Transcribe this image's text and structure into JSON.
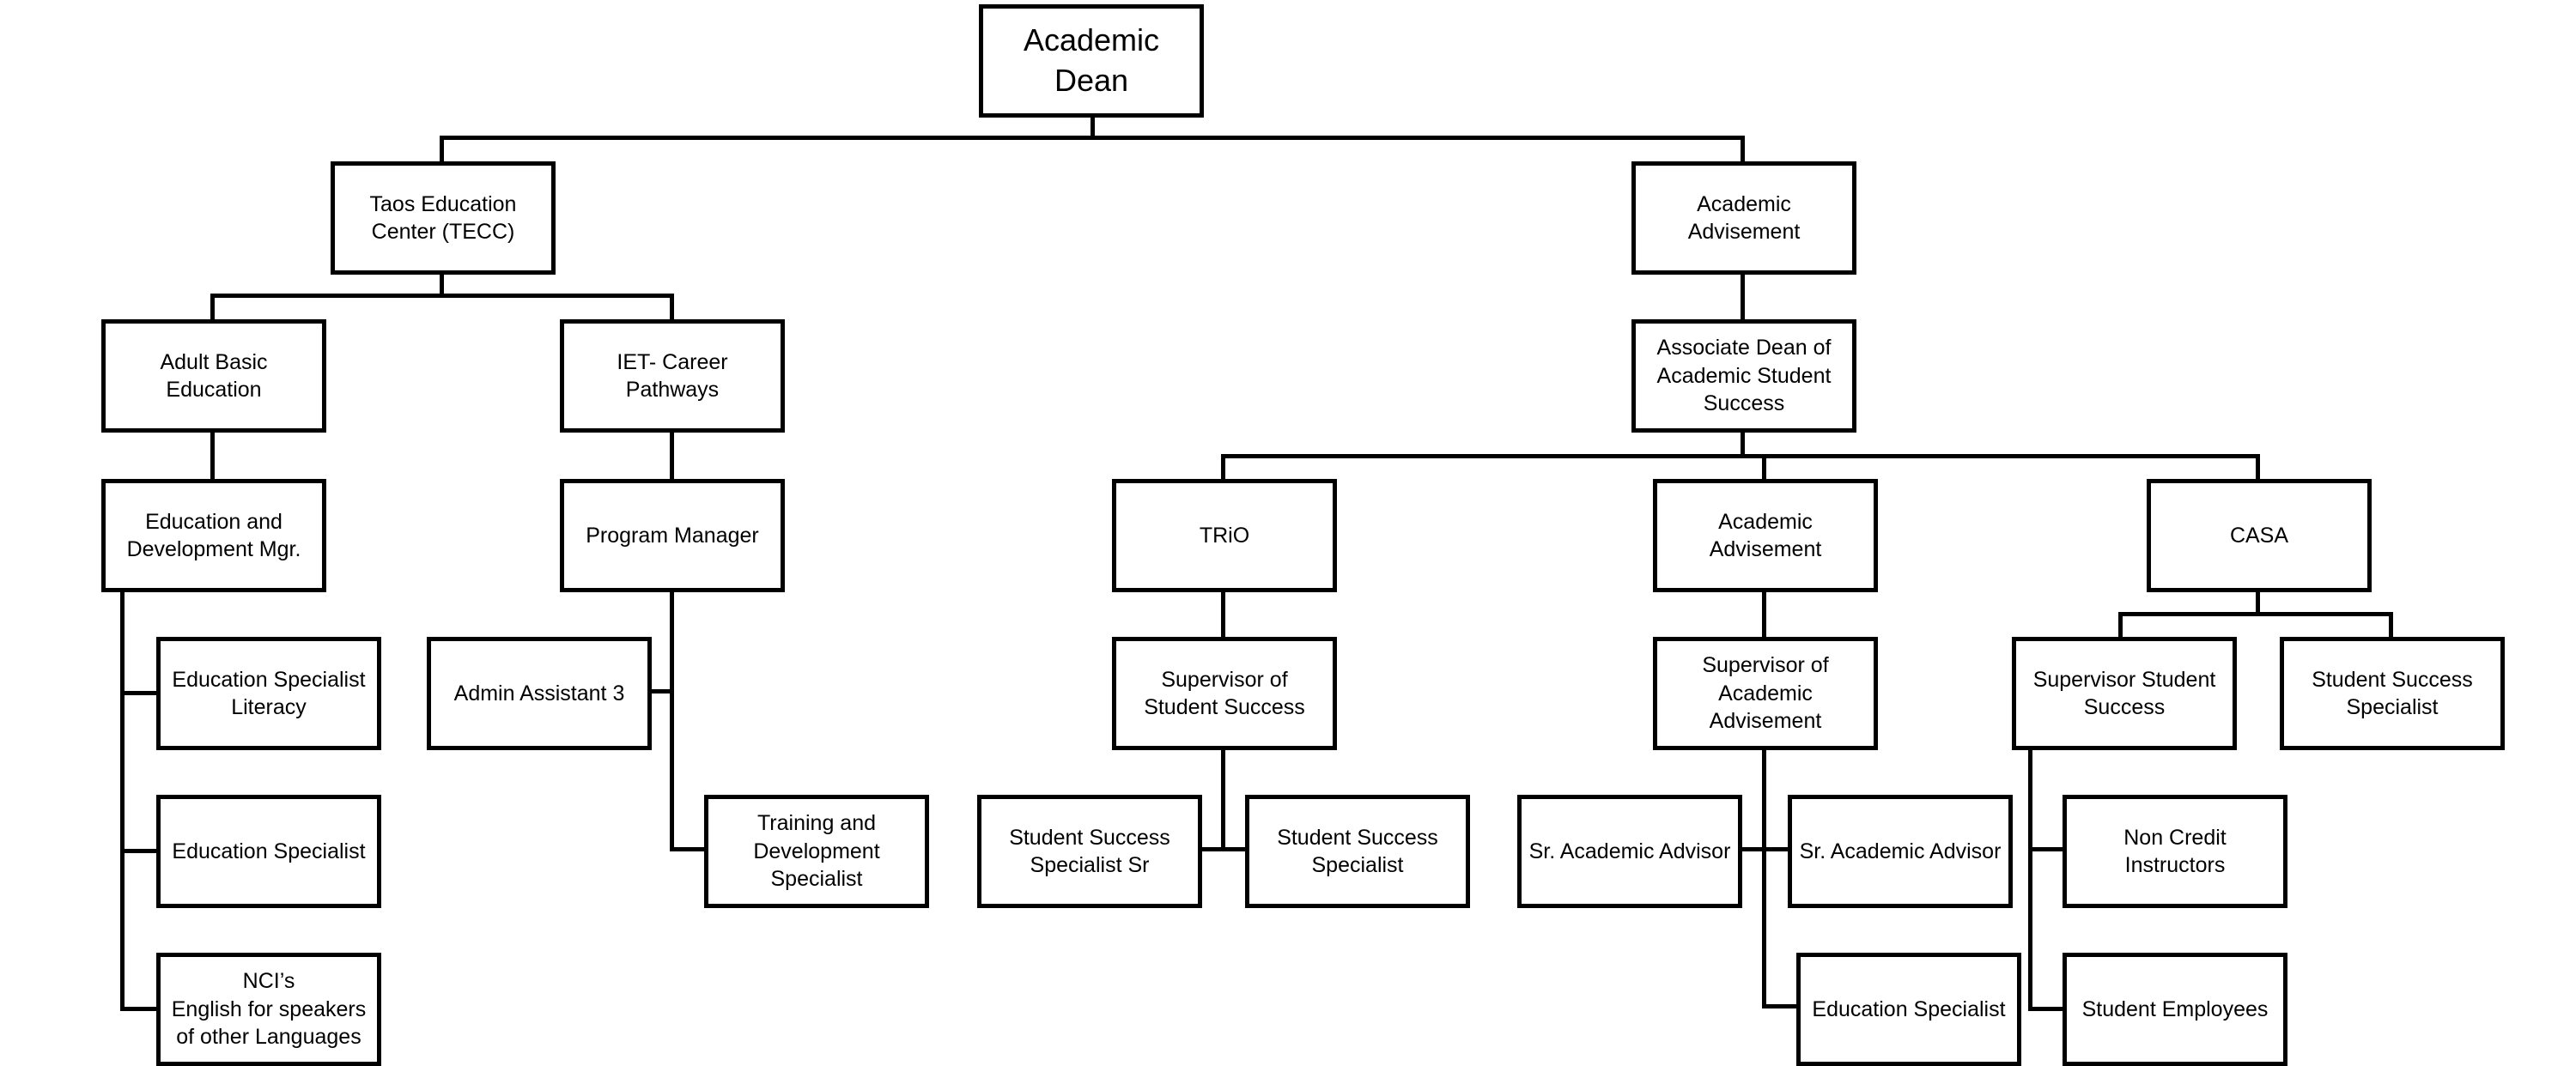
{
  "org_chart": {
    "nodes": {
      "dean": "Academic Dean",
      "tecc": "Taos Education\nCenter (TECC)",
      "adv_top": "Academic\nAdvisement",
      "abe": "Adult Basic\nEducation",
      "iet": "IET- Career Pathways",
      "assoc": "Associate Dean of\nAcademic Student\nSuccess",
      "edmgr": "Education and\nDevelopment Mgr.",
      "pm": "Program Manager",
      "trio": "TRiO",
      "adv_mid": "Academic\nAdvisement",
      "casa": "CASA",
      "eslit": "Education Specialist\nLiteracy",
      "admin": "Admin Assistant 3",
      "supss": "Supervisor of\nStudent Success",
      "supaa": "Supervisor of\nAcademic\nAdvisement",
      "supstu": "Supervisor Student\nSuccess",
      "ssspec_casa": "Student Success\nSpecialist",
      "es2": "Education Specialist",
      "tds": "Training and\nDevelopment\nSpecialist",
      "sssr": "Student Success\nSpecialist Sr",
      "ssspec_trio": "Student Success\nSpecialist",
      "sraa1": "Sr. Academic Advisor",
      "sraa2": "Sr. Academic Advisor",
      "nci": "Non Credit\nInstructors",
      "ncis": "NCI’s\nEnglish for speakers\nof other Languages",
      "es_adv": "Education Specialist",
      "stemp": "Student Employees"
    }
  }
}
